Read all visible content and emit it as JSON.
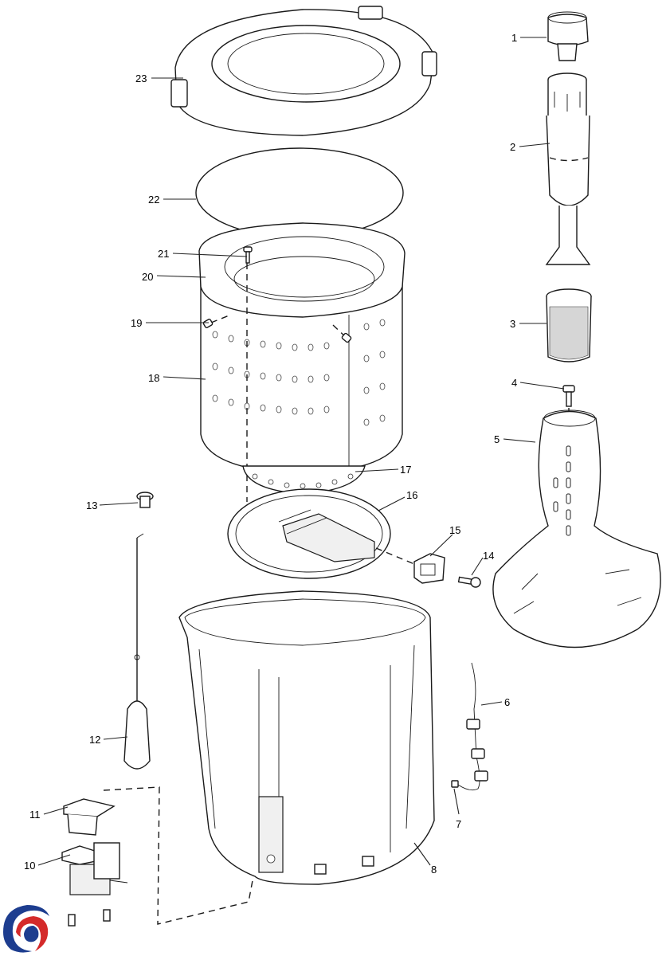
{
  "diagram": {
    "callouts": [
      "1",
      "2",
      "3",
      "4",
      "5",
      "6",
      "7",
      "8",
      "10",
      "11",
      "12",
      "13",
      "14",
      "15",
      "16",
      "17",
      "18",
      "19",
      "20",
      "21",
      "22",
      "23"
    ]
  },
  "logo": {
    "icon": "brand-swirl-logo",
    "colors": {
      "blue": "#1d3d8f",
      "red": "#d42a2a"
    }
  }
}
